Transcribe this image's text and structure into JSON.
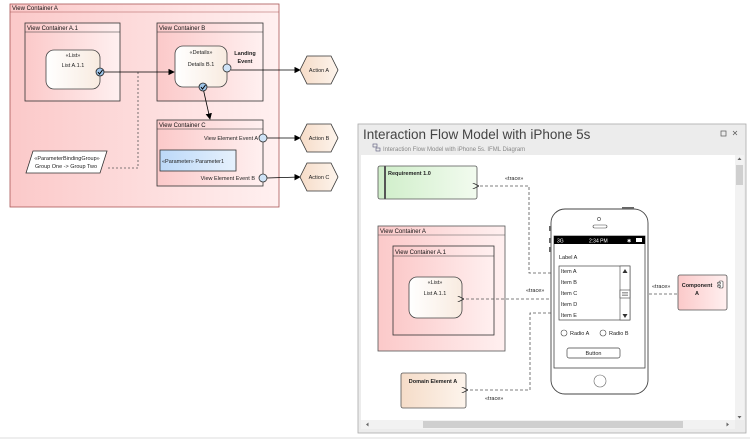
{
  "left_diagram": {
    "container_a": "View Container A",
    "container_a1": "View Container A.1",
    "list_stereotype": "«List»",
    "list_name": "List A.1.1",
    "container_b": "View Container B",
    "details_stereotype": "«Details»",
    "details_name": "Details B.1",
    "landing_event_line1": "Landing",
    "landing_event_line2": "Event",
    "container_c": "View Container C",
    "event_a": "View Element Event A",
    "event_b": "View Element Event B",
    "parameter": "«Parameter» Parameter1",
    "binding_line1": "«ParameterBindingGroup»",
    "binding_line2": "Group One -> Group Two",
    "action_a": "Action A",
    "action_b": "Action B",
    "action_c": "Action C"
  },
  "window": {
    "title": "Interaction Flow Model with iPhone 5s",
    "breadcrumb": "Interaction Flow Model with iPhone 5s.  IFML Diagram",
    "maximize_icon": "maximize-icon",
    "close_icon": "close-icon"
  },
  "right_diagram": {
    "requirement": "Requirement 1.0",
    "container_a": "View Container A",
    "container_a1": "View Container A.1",
    "list_stereotype": "«List»",
    "list_name": "List A.1.1",
    "component_line1": "Component",
    "component_line2": "A",
    "domain_element": "Domain Element A",
    "trace": "«trace»",
    "phone": {
      "signal": "3G",
      "time": "2:34 PM",
      "label": "Label A",
      "items": [
        "Item A",
        "Item B",
        "Item C",
        "Item D",
        "Item E"
      ],
      "radio_a": "Radio A",
      "radio_b": "Radio B",
      "button": "Button"
    }
  },
  "colors": {
    "container_pink": "#fbd0d0",
    "requirement_green": "#d8f0d4",
    "parameter_blue": "#cde3fb",
    "domain_tan": "#f7e3d4"
  }
}
